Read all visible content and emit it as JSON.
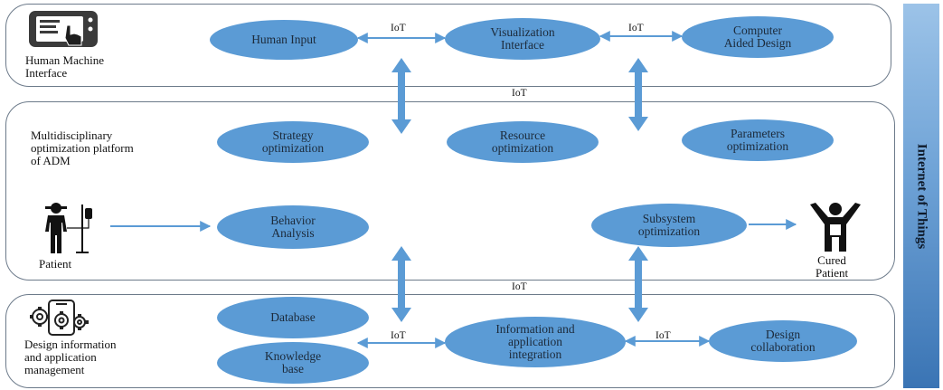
{
  "side_bar": {
    "label": "Internet of Things"
  },
  "panels": {
    "hmi": {
      "label": "Human Machine\nInterface"
    },
    "mop": {
      "label": "Multidisciplinary\noptimization platform\nof ADM"
    },
    "dim": {
      "label": "Design information\nand application\nmanagement"
    }
  },
  "nodes": {
    "human_input": "Human Input",
    "visualization": "Visualization\nInterface",
    "cad": "Computer\nAided Design",
    "strategy": "Strategy\noptimization",
    "resource": "Resource\noptimization",
    "parameters": "Parameters\noptimization",
    "behavior": "Behavior\nAnalysis",
    "subsystem": "Subsystem\noptimization",
    "database": "Database",
    "knowledge": "Knowledge\nbase",
    "info_integration": "Information and\napplication\nintegration",
    "design_collab": "Design\ncollaboration"
  },
  "actors": {
    "patient": "Patient",
    "cured_patient": "Cured\nPatient"
  },
  "iot_labels": {
    "top_left": "IoT",
    "top_right": "IoT",
    "mid_upper": "IoT",
    "mid_lower": "IoT",
    "bottom_left": "IoT",
    "bottom_right": "IoT"
  },
  "colors": {
    "node_fill": "#5b9bd5",
    "arrow": "#5b9bd5",
    "panel_border": "#6c7a8a"
  },
  "icons": [
    "touchscreen-icon",
    "patient-iv-icon",
    "cured-patient-icon",
    "gears-phone-icon"
  ]
}
